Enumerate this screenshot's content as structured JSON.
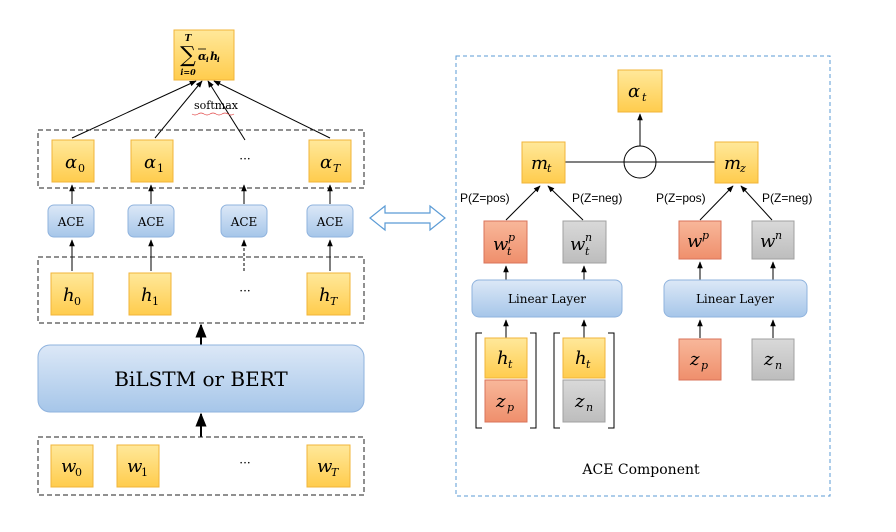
{
  "left": {
    "sum_formula": {
      "sigma": "∑",
      "upper": "T",
      "lower": "i=0",
      "expr_alpha": "α",
      "expr_i": "i",
      "expr_h": "h",
      "expr_hi": "i"
    },
    "softmax_label": "softmax",
    "alphas": [
      {
        "base": "α",
        "sub": "0"
      },
      {
        "base": "α",
        "sub": "1"
      },
      {
        "base": "α",
        "sub": "T"
      }
    ],
    "ace_label": "ACE",
    "ellipsis": "···",
    "hs": [
      {
        "base": "h",
        "sub": "0"
      },
      {
        "base": "h",
        "sub": "1"
      },
      {
        "base": "h",
        "sub": "T"
      }
    ],
    "encoder_label": "BiLSTM or BERT",
    "ws": [
      {
        "base": "w",
        "sub": "0"
      },
      {
        "base": "w",
        "sub": "1"
      },
      {
        "base": "w",
        "sub": "T"
      }
    ]
  },
  "right": {
    "title": "ACE Component",
    "alpha_t": {
      "base": "α",
      "sub": "t"
    },
    "m_t": {
      "base": "m",
      "sub": "t"
    },
    "m_z": {
      "base": "m",
      "sub": "z"
    },
    "p_pos": "P(Z=pos)",
    "p_neg": "P(Z=neg)",
    "w_t_p": {
      "base": "w",
      "sub": "t",
      "sup": "p"
    },
    "w_t_n": {
      "base": "w",
      "sub": "t",
      "sup": "n"
    },
    "w_p": {
      "base": "w",
      "sup": "p"
    },
    "w_n": {
      "base": "w",
      "sup": "n"
    },
    "linear_layer": "Linear Layer",
    "h_t": {
      "base": "h",
      "sub": "t"
    },
    "z_p": {
      "base": "z",
      "sub": "p"
    },
    "z_n": {
      "base": "z",
      "sub": "n"
    }
  },
  "colors": {
    "yellow_fill": "#FFD966",
    "yellow_stroke": "#F0B43A",
    "red_fill": "#F4A582",
    "gray_fill": "#C8C8C8",
    "blue_top": "#DCE8F7",
    "blue_bottom": "#9DC1E6",
    "dashed_blue": "#5B9BD5"
  }
}
